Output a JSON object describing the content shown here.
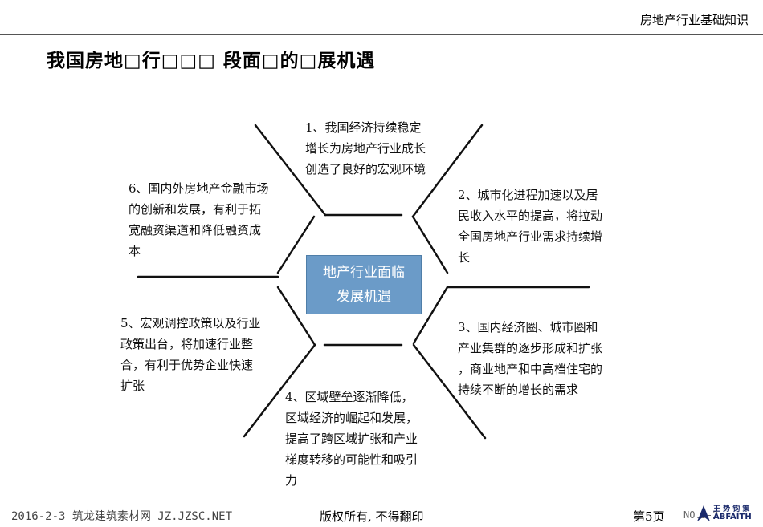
{
  "header": {
    "section_title": "房地产行业基础知识"
  },
  "slide": {
    "title": "我国房地□行□□□ 段面□的□展机遇"
  },
  "center": {
    "line1": "地产行业面临",
    "line2": "发展机遇"
  },
  "points": [
    {
      "lines": [
        "1、我国经济持续稳定",
        "增长为房地产行业成长",
        "创造了良好的宏观环境"
      ]
    },
    {
      "lines": [
        "2、城市化进程加速以及居",
        "民收入水平的提高，将拉动",
        "全国房地产行业需求持续增",
        "长"
      ]
    },
    {
      "lines": [
        "3、国内经济圈、城市圈和",
        "产业集群的逐步形成和扩张",
        "，商业地产和中高档住宅的",
        "持续不断的增长的需求"
      ]
    },
    {
      "lines": [
        "4、区域壁垒逐渐降低，",
        "区域经济的崛起和发展，",
        "提高了跨区域扩张和产业",
        "梯度转移的可能性和吸引",
        "力"
      ]
    },
    {
      "lines": [
        "5、宏观调控政策以及行业",
        "政策出台，将加速行业整",
        "合，有利于优势企业快速",
        "扩张"
      ]
    },
    {
      "lines": [
        "6、国内外房地产金融市场",
        "的创新和发展，有利于拓",
        "宽融资渠道和降低融资成",
        "本"
      ]
    }
  ],
  "footer": {
    "watermark": "2016-2-3 筑龙建筑素材网 JZ.JZSC.NET",
    "copyright": "版权所有, 不得翻印",
    "page": "第5页",
    "doc_no": "NO.5-2",
    "logo_cn": "王 势 钧 策",
    "logo_en": "ABFAITH"
  }
}
